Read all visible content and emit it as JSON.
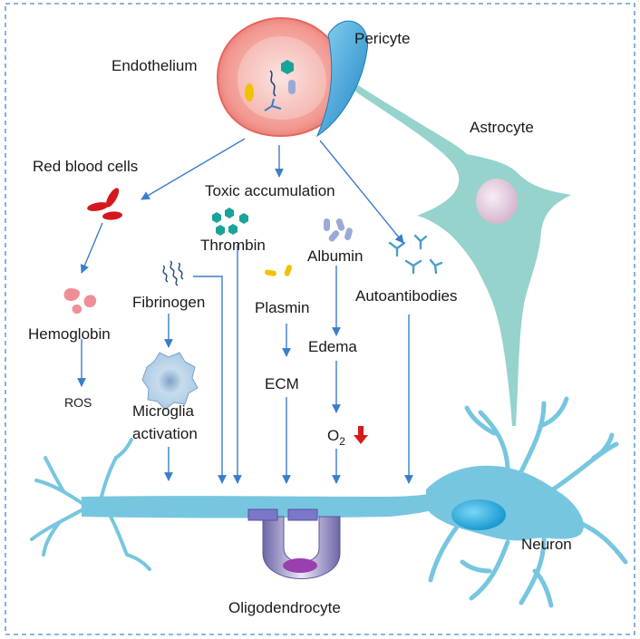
{
  "labels": {
    "endothelium": "Endothelium",
    "pericyte": "Pericyte",
    "astrocyte": "Astrocyte",
    "red_blood_cells": "Red blood cells",
    "toxic_accumulation": "Toxic accumulation",
    "thrombin": "Thrombin",
    "albumin": "Albumin",
    "fibrinogen": "Fibrinogen",
    "plasmin": "Plasmin",
    "autoantibodies": "Autoantibodies",
    "hemoglobin": "Hemoglobin",
    "edema": "Edema",
    "ecm": "ECM",
    "ros": "ROS",
    "microglia_line1": "Microglia",
    "microglia_line2": "activation",
    "o2_base": "O",
    "o2_sub": "2",
    "neuron": "Neuron",
    "oligodendrocyte": "Oligodendrocyte"
  },
  "colors": {
    "arrow": "#3a7dc9",
    "border": "#4a86c5",
    "endothelium_fill": "#f08c86",
    "pericyte": "#3fa3d6",
    "astrocyte": "#8fd1c9",
    "neuron": "#76c6e0",
    "rbc": "#d6171d",
    "thrombin": "#1aa39a",
    "albumin": "#9aa9d8",
    "plasmin": "#f2c200",
    "hemoglobin": "#ef8e96",
    "oligodendrocyte": "#8d86c2",
    "o2_down_arrow": "#d31c1c"
  }
}
